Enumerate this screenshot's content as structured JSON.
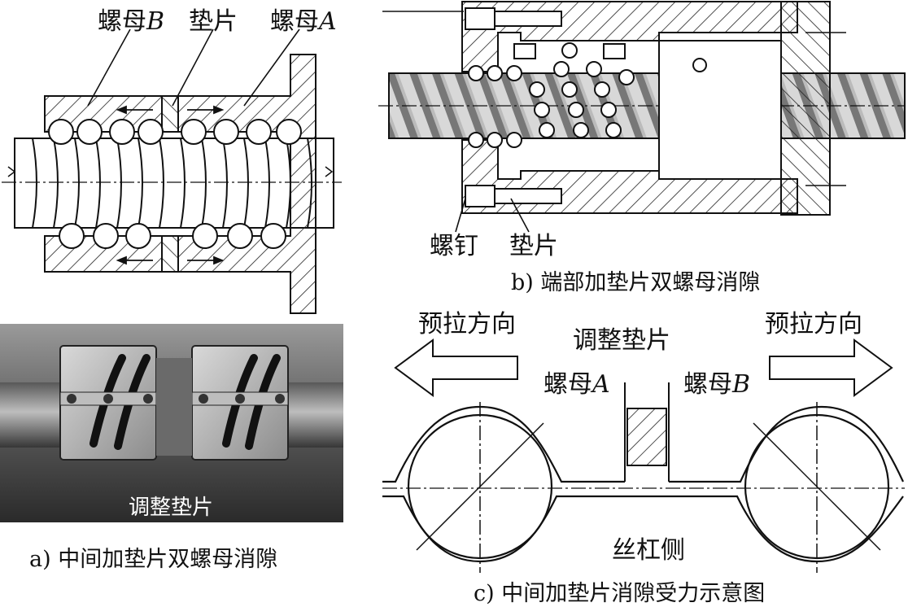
{
  "panel_a": {
    "nut_b_label": "螺母",
    "nut_b_letter": "B",
    "shim_label": "垫片",
    "nut_a_label": "螺母",
    "nut_a_letter": "A",
    "photo_caption": "调整垫片",
    "caption": "a) 中间加垫片双螺母消隙"
  },
  "panel_b": {
    "screw_label": "螺钉",
    "shim_label": "垫片",
    "caption": "b) 端部加垫片双螺母消隙"
  },
  "panel_c": {
    "preload_left": "预拉方向",
    "preload_right": "预拉方向",
    "adjust_shim_label": "调整垫片",
    "nut_a_label": "螺母",
    "nut_a_letter": "A",
    "nut_b_label": "螺母",
    "nut_b_letter": "B",
    "screw_side_label": "丝杠侧",
    "caption": "c) 中间加垫片消隙受力示意图"
  }
}
